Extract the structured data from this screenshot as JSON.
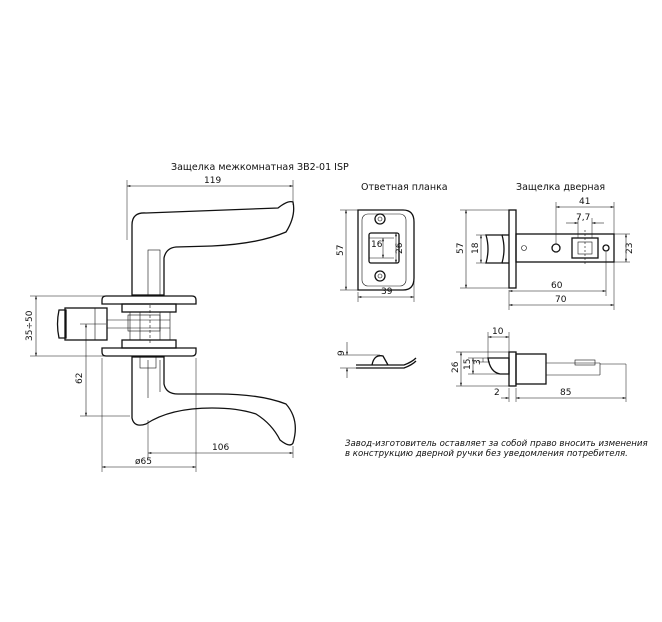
{
  "captions": {
    "title": "Защелка межкомнатная ЗВ2-01 ISP",
    "strike": "Ответная планка",
    "latch": "Защелка дверная"
  },
  "note": {
    "line1": "Завод-изготовитель оставляет за собой право вносить изменения",
    "line2": "в конструкцию дверной ручки без уведомления потребителя."
  },
  "dimensions": {
    "lever_length": "119",
    "door_thickness": "35÷50",
    "axis_height": "62",
    "lever_reach": "106",
    "rosette_diameter": "ø65",
    "strike_height": "57",
    "strike_slot_height": "16",
    "strike_slot_width": "26",
    "strike_width": "39",
    "strike_thickness": "9",
    "latch_face_height": "57",
    "latch_tongue_height": "18",
    "latch_hole_offset": "41",
    "latch_square": "7,7",
    "latch_body_height": "23",
    "latch_backset": "60",
    "latch_length": "70",
    "latch_tongue_projection": "10",
    "latch_side_height": "26",
    "latch_side_15": "15",
    "latch_side_3": "3",
    "latch_plate_thickness": "2",
    "latch_total_length": "85"
  },
  "colors": {
    "line": "#111111",
    "background": "#ffffff"
  }
}
